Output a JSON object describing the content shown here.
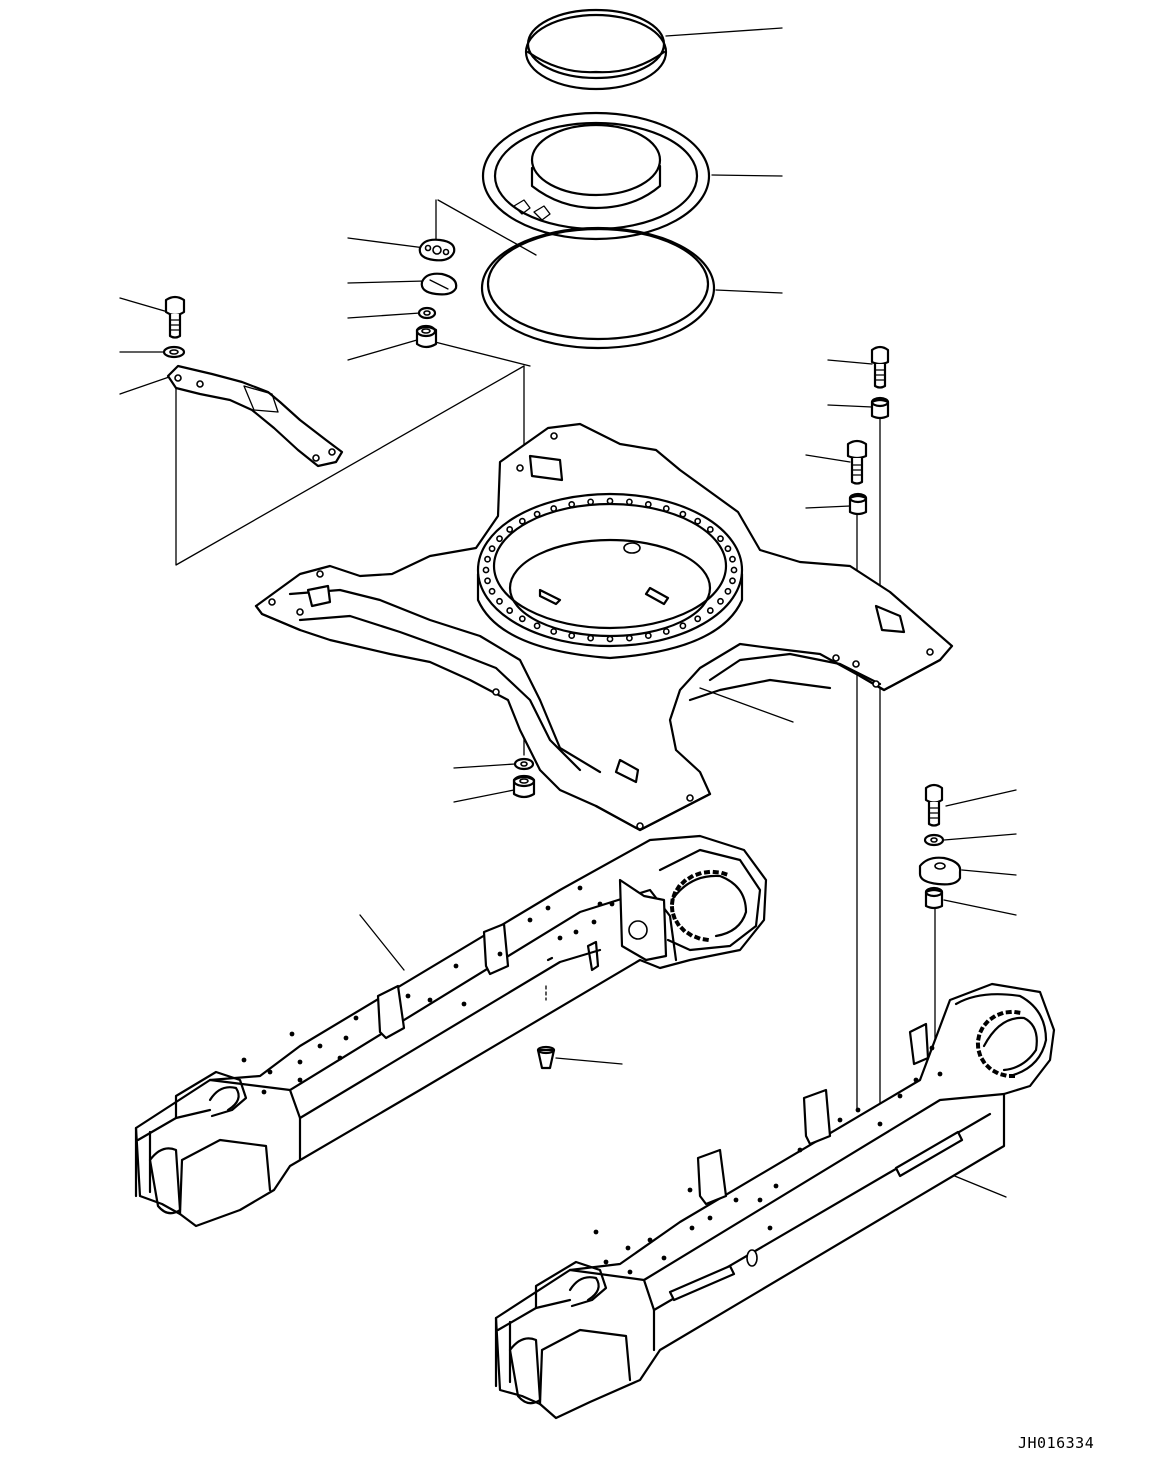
{
  "drawing": {
    "code": "JH016334"
  },
  "parts": [
    {
      "name": "ring-seal-top"
    },
    {
      "name": "cover-ring"
    },
    {
      "name": "o-ring"
    },
    {
      "name": "plate-gasket"
    },
    {
      "name": "cover-plate"
    },
    {
      "name": "washer"
    },
    {
      "name": "nut"
    },
    {
      "name": "bolt"
    },
    {
      "name": "washer"
    },
    {
      "name": "bracket"
    },
    {
      "name": "bolt"
    },
    {
      "name": "bushing"
    },
    {
      "name": "bolt"
    },
    {
      "name": "bushing"
    },
    {
      "name": "center-frame"
    },
    {
      "name": "washer"
    },
    {
      "name": "nut"
    },
    {
      "name": "bolt"
    },
    {
      "name": "washer"
    },
    {
      "name": "plate"
    },
    {
      "name": "bushing"
    },
    {
      "name": "track-frame-left"
    },
    {
      "name": "grease-fitting"
    },
    {
      "name": "track-frame-right"
    }
  ]
}
